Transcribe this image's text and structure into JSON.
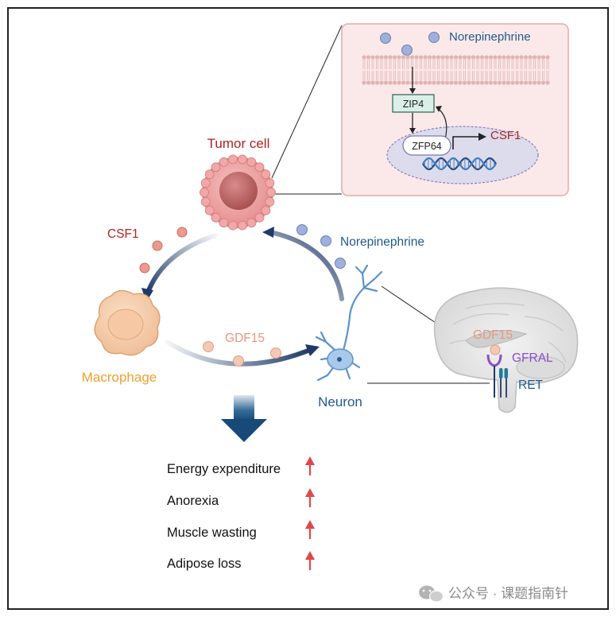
{
  "colors": {
    "tumor_label": "#b22222",
    "csf1": "#b22222",
    "norepinephrine": "#1f5a8c",
    "gdf15": "#e39a80",
    "macrophage": "#f0a030",
    "neuron": "#1f5a8c",
    "gfral": "#8a4fc8",
    "ret": "#1f5a8c",
    "up_arrow": "#e04848"
  },
  "inset": {
    "norepinephrine_label": "Norepinephrine",
    "zip4_label": "ZIP4",
    "zfp64_label": "ZFP64",
    "csf1_label": "CSF1"
  },
  "cycle": {
    "tumor_cell_label": "Tumor cell",
    "csf1_label": "CSF1",
    "norepinephrine_label": "Norepinephrine",
    "gdf15_label": "GDF15",
    "macrophage_label": "Macrophage",
    "neuron_label": "Neuron"
  },
  "brain": {
    "gdf15_label": "GDF15",
    "gfral_label": "GFRAL",
    "ret_label": "RET"
  },
  "effects": [
    {
      "label": "Energy expenditure",
      "icon": "up-arrow-icon"
    },
    {
      "label": "Anorexia",
      "icon": "up-arrow-icon"
    },
    {
      "label": "Muscle wasting",
      "icon": "up-arrow-icon"
    },
    {
      "label": "Adipose loss",
      "icon": "up-arrow-icon"
    }
  ],
  "watermark": "公众号 · 课题指南针"
}
